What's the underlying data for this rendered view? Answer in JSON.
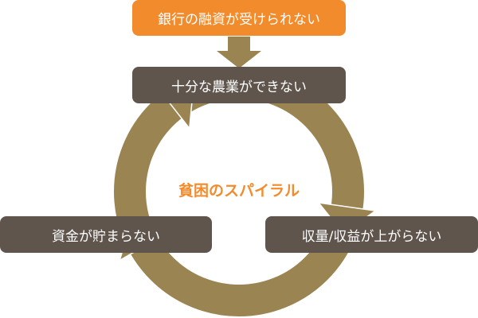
{
  "diagram": {
    "cause": "銀行の融資が受けられない",
    "center_label": "貧困のスパイラル",
    "cycle": [
      "十分な農業ができない",
      "収量/収益が上がらない",
      "資金が貯まらない"
    ]
  },
  "colors": {
    "orange": "#f28b2b",
    "dark": "#5f554d",
    "ring": "#9a8451"
  }
}
